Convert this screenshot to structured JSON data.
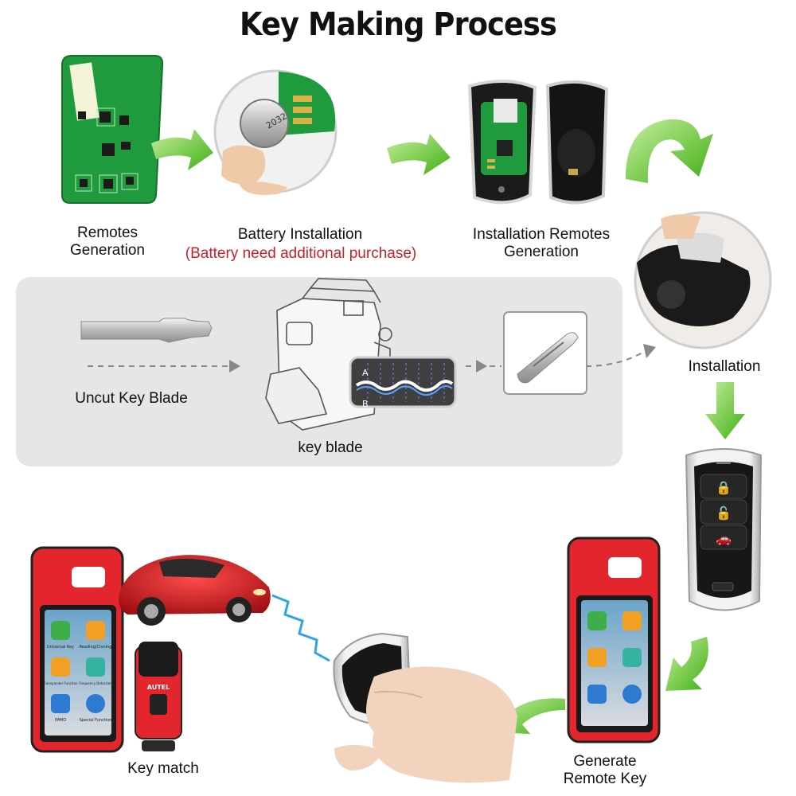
{
  "title": "Key Making Process",
  "steps": {
    "remotes_generation": "Remotes\nGeneration",
    "battery_installation": "Battery Installation",
    "battery_note": "(Battery need additional purchase)",
    "installation_remotes_generation": "Installation Remotes\nGeneration",
    "installation": "Installation",
    "uncut_key_blade": "Uncut Key  Blade",
    "key_blade": "key blade",
    "generate_remote_key": "Generate\nRemote Key",
    "key_match": "Key match"
  },
  "battery_code": "2032",
  "blade_markers": {
    "a": "A",
    "b": "B"
  },
  "obd_brand": "AUTEL",
  "device_apps": [
    "Universal Key",
    "Reading/Cloning",
    "Transponder Function",
    "Frequency Detection",
    "IMMO",
    "Special Function"
  ],
  "colors": {
    "arrow_green": "#5cc71e",
    "pcb_green": "#1f9a3c",
    "device_red": "#e3262d",
    "note_red": "#c8202a",
    "panel_gray": "#e6e6e6"
  }
}
